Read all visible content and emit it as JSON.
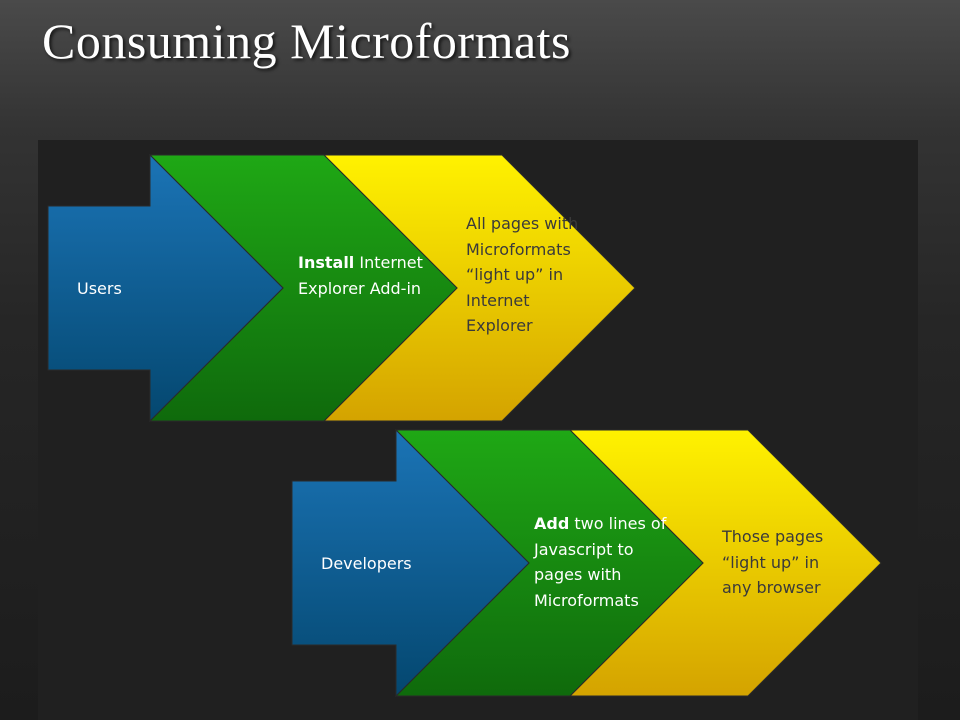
{
  "title": "Consuming Microformats",
  "colors": {
    "blue": "#1a6fb0",
    "green": "#1a9a12",
    "yellow": "#fff000"
  },
  "rows": [
    {
      "role": "Users",
      "step_bold": "Install",
      "step_rest": " Internet Explorer Add-in",
      "result": "All pages with Microformats “light up” in Internet Explorer"
    },
    {
      "role": "Developers",
      "step_bold": "Add",
      "step_rest": " two lines of Javascript to pages with Microformats",
      "result": "Those pages “light up” in any browser"
    }
  ]
}
